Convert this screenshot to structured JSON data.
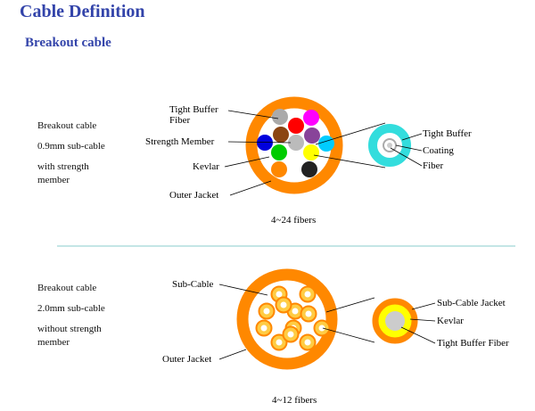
{
  "page": {
    "title": "Cable Definition",
    "subtitle": "Breakout cable"
  },
  "diagram1": {
    "description": [
      "Breakout cable",
      "0.9mm sub-cable",
      "with strength",
      "member"
    ],
    "labels": {
      "tight_buffer_fiber_line1": "Tight Buffer",
      "tight_buffer_fiber_line2": "Fiber",
      "strength_member": "Strength Member",
      "kevlar": "Kevlar",
      "outer_jacket": "Outer Jacket",
      "tight_buffer": "Tight Buffer",
      "coating": "Coating",
      "fiber": "Fiber"
    },
    "caption": "4~24 fibers",
    "colors": {
      "jacket": "#ff8800",
      "tight_buffer": "#33dddd",
      "strength_member": "#bbbbbb",
      "fibers": [
        "#aaaaaa",
        "#ff0000",
        "#ff00ff",
        "#0000dd",
        "#8b4513",
        "#884499",
        "#00ccff",
        "#00cc00",
        "#ffff00",
        "#ff8800",
        "#222222"
      ]
    }
  },
  "diagram2": {
    "description": [
      "Breakout cable",
      "2.0mm sub-cable",
      "without strength",
      "member"
    ],
    "labels": {
      "sub_cable": "Sub-Cable",
      "outer_jacket": "Outer Jacket",
      "sub_cable_jacket": "Sub-Cable Jacket",
      "kevlar": "Kevlar",
      "tight_buffer_fiber": "Tight Buffer Fiber"
    },
    "caption": "4~12 fibers",
    "colors": {
      "jacket": "#ff8800",
      "kevlar": "#ffff00",
      "tight_buffer_fiber": "#cccccc",
      "subcable_fill": "#ffcc44"
    }
  },
  "divider_color": "#88cccc"
}
